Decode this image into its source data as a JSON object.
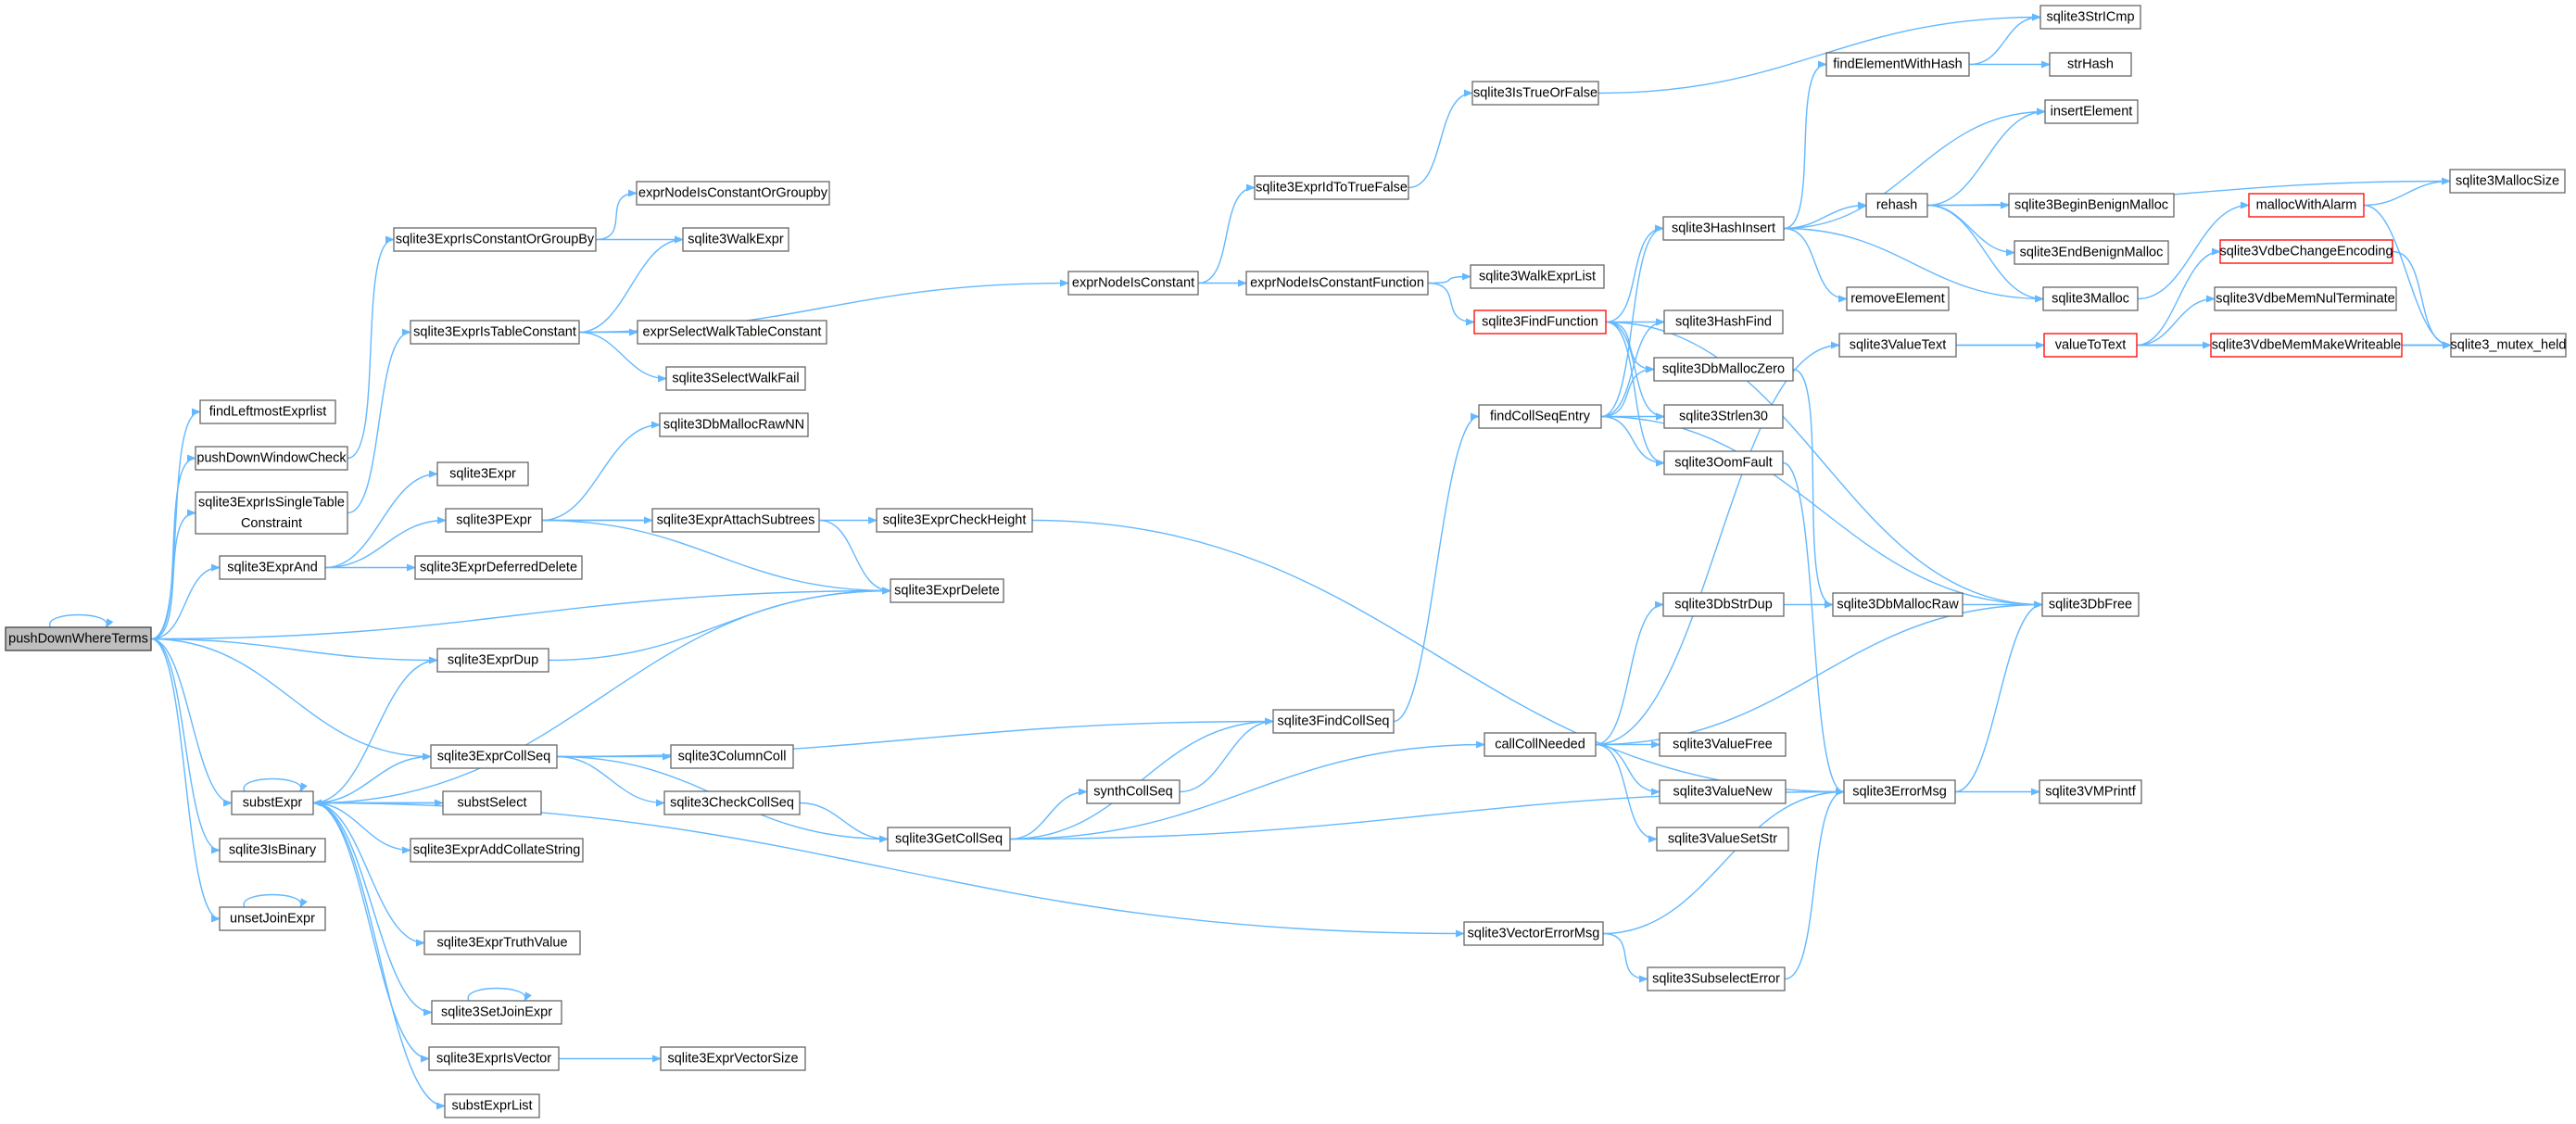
{
  "nodes": [
    {
      "id": "root",
      "label": "pushDownWhereTerms",
      "root": true
    },
    {
      "id": "findLeftmostExprlist",
      "label": "findLeftmostExprlist"
    },
    {
      "id": "pushDownWindowCheck",
      "label": "pushDownWindowCheck"
    },
    {
      "id": "single",
      "label": [
        "sqlite3ExprIsSingleTable",
        "Constraint"
      ]
    },
    {
      "id": "exprAnd",
      "label": "sqlite3ExprAnd"
    },
    {
      "id": "substExpr",
      "label": "substExpr"
    },
    {
      "id": "isBinary",
      "label": "sqlite3IsBinary"
    },
    {
      "id": "unsetJoinExpr",
      "label": "unsetJoinExpr"
    },
    {
      "id": "isConstGroupBy",
      "label": "sqlite3ExprIsConstantOrGroupBy"
    },
    {
      "id": "isTableConst",
      "label": "sqlite3ExprIsTableConstant"
    },
    {
      "id": "s3Expr",
      "label": "sqlite3Expr"
    },
    {
      "id": "pExpr",
      "label": "sqlite3PExpr"
    },
    {
      "id": "deferredDelete",
      "label": "sqlite3ExprDeferredDelete"
    },
    {
      "id": "exprDup",
      "label": "sqlite3ExprDup"
    },
    {
      "id": "exprCollSeq",
      "label": "sqlite3ExprCollSeq"
    },
    {
      "id": "substSelect",
      "label": "substSelect"
    },
    {
      "id": "addCollate",
      "label": "sqlite3ExprAddCollateString"
    },
    {
      "id": "truthValue",
      "label": "sqlite3ExprTruthValue"
    },
    {
      "id": "setJoinExpr",
      "label": "sqlite3SetJoinExpr"
    },
    {
      "id": "isVector",
      "label": "sqlite3ExprIsVector"
    },
    {
      "id": "substExprList",
      "label": "substExprList"
    },
    {
      "id": "nodeConstGroupby",
      "label": "exprNodeIsConstantOrGroupby"
    },
    {
      "id": "walkExpr",
      "label": "sqlite3WalkExpr"
    },
    {
      "id": "selectWalkTable",
      "label": "exprSelectWalkTableConstant"
    },
    {
      "id": "selectWalkFail",
      "label": "sqlite3SelectWalkFail"
    },
    {
      "id": "mallocRawNN",
      "label": "sqlite3DbMallocRawNN"
    },
    {
      "id": "attachSub",
      "label": "sqlite3ExprAttachSubtrees"
    },
    {
      "id": "checkHeight",
      "label": "sqlite3ExprCheckHeight"
    },
    {
      "id": "exprDelete",
      "label": "sqlite3ExprDelete"
    },
    {
      "id": "columnColl",
      "label": "sqlite3ColumnColl"
    },
    {
      "id": "checkCollSeq",
      "label": "sqlite3CheckCollSeq"
    },
    {
      "id": "getCollSeq",
      "label": "sqlite3GetCollSeq"
    },
    {
      "id": "vectorSize",
      "label": "sqlite3ExprVectorSize"
    },
    {
      "id": "nodeIsConst",
      "label": "exprNodeIsConstant"
    },
    {
      "id": "idToTrue",
      "label": "sqlite3ExprIdToTrueFalse"
    },
    {
      "id": "isTrueOrFalse",
      "label": "sqlite3IsTrueOrFalse"
    },
    {
      "id": "nodeConstFunc",
      "label": "exprNodeIsConstantFunction"
    },
    {
      "id": "walkExprList",
      "label": "sqlite3WalkExprList"
    },
    {
      "id": "findFunction",
      "label": "sqlite3FindFunction",
      "red": true
    },
    {
      "id": "findCollSeqEntry",
      "label": "findCollSeqEntry"
    },
    {
      "id": "findCollSeq",
      "label": "sqlite3FindCollSeq"
    },
    {
      "id": "synthCollSeq",
      "label": "synthCollSeq"
    },
    {
      "id": "callCollNeeded",
      "label": "callCollNeeded"
    },
    {
      "id": "vectorErrorMsg",
      "label": "sqlite3VectorErrorMsg"
    },
    {
      "id": "subselectError",
      "label": "sqlite3SubselectError"
    },
    {
      "id": "findElement",
      "label": "findElementWithHash"
    },
    {
      "id": "hashInsert",
      "label": "sqlite3HashInsert"
    },
    {
      "id": "hashFind",
      "label": "sqlite3HashFind"
    },
    {
      "id": "mallocZero",
      "label": "sqlite3DbMallocZero"
    },
    {
      "id": "strlen30",
      "label": "sqlite3Strlen30"
    },
    {
      "id": "oomFault",
      "label": "sqlite3OomFault"
    },
    {
      "id": "dbStrDup",
      "label": "sqlite3DbStrDup"
    },
    {
      "id": "valueFree",
      "label": "sqlite3ValueFree"
    },
    {
      "id": "valueNew",
      "label": "sqlite3ValueNew"
    },
    {
      "id": "valueSetStr",
      "label": "sqlite3ValueSetStr"
    },
    {
      "id": "strICmp",
      "label": "sqlite3StrICmp"
    },
    {
      "id": "strHash",
      "label": "strHash"
    },
    {
      "id": "insertElement",
      "label": "insertElement"
    },
    {
      "id": "rehash",
      "label": "rehash"
    },
    {
      "id": "removeElement",
      "label": "removeElement"
    },
    {
      "id": "valueText",
      "label": "sqlite3ValueText"
    },
    {
      "id": "dbMallocRaw",
      "label": "sqlite3DbMallocRaw"
    },
    {
      "id": "errorMsg",
      "label": "sqlite3ErrorMsg"
    },
    {
      "id": "beginBenign",
      "label": "sqlite3BeginBenignMalloc"
    },
    {
      "id": "endBenign",
      "label": "sqlite3EndBenignMalloc"
    },
    {
      "id": "s3Malloc",
      "label": "sqlite3Malloc"
    },
    {
      "id": "valueToText",
      "label": "valueToText",
      "red": true
    },
    {
      "id": "dbFree",
      "label": "sqlite3DbFree"
    },
    {
      "id": "vmPrintf",
      "label": "sqlite3VMPrintf"
    },
    {
      "id": "mallocSize",
      "label": "sqlite3MallocSize"
    },
    {
      "id": "mallocWithAlarm",
      "label": "mallocWithAlarm",
      "red": true
    },
    {
      "id": "changeEncoding",
      "label": "sqlite3VdbeChangeEncoding",
      "red": true
    },
    {
      "id": "nulTerminate",
      "label": "sqlite3VdbeMemNulTerminate"
    },
    {
      "id": "makeWriteable",
      "label": "sqlite3VdbeMemMakeWriteable",
      "red": true
    },
    {
      "id": "mutexHeld",
      "label": "sqlite3_mutex_held"
    }
  ]
}
